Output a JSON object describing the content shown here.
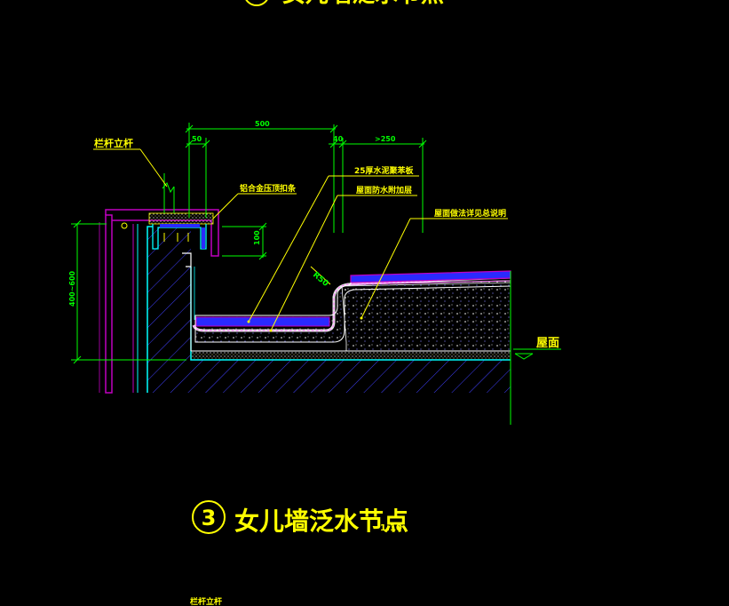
{
  "drawing": {
    "title": "女儿墙泛水节点",
    "title_number": "3",
    "title_scale": "1:10",
    "top_partial_title": "女儿墙泛水节点",
    "bottom_partial_label": "栏杆立杆",
    "labels": {
      "railing_post": "栏杆立杆",
      "aluminum_cap": "铝合金压顶扣条",
      "cement_board": "25厚水泥聚苯板",
      "waterproof_layer": "屋面防水附加层",
      "roof_layers": "屋面做法详见总说明",
      "roof": "屋面",
      "r_dim": "R50"
    },
    "dimensions": {
      "top_500": "500",
      "top_50": "50",
      "top_40": "40",
      "top_250": ">250",
      "side_100": "100",
      "height_400": "400~600"
    }
  },
  "colors": {
    "background": "#000000",
    "yellow": "#ffff00",
    "green": "#00ff00",
    "cyan": "#00ffff",
    "magenta": "#c000c0",
    "blue": "#2a2aff",
    "white": "#ffffff",
    "hatch": "#4040ff"
  }
}
